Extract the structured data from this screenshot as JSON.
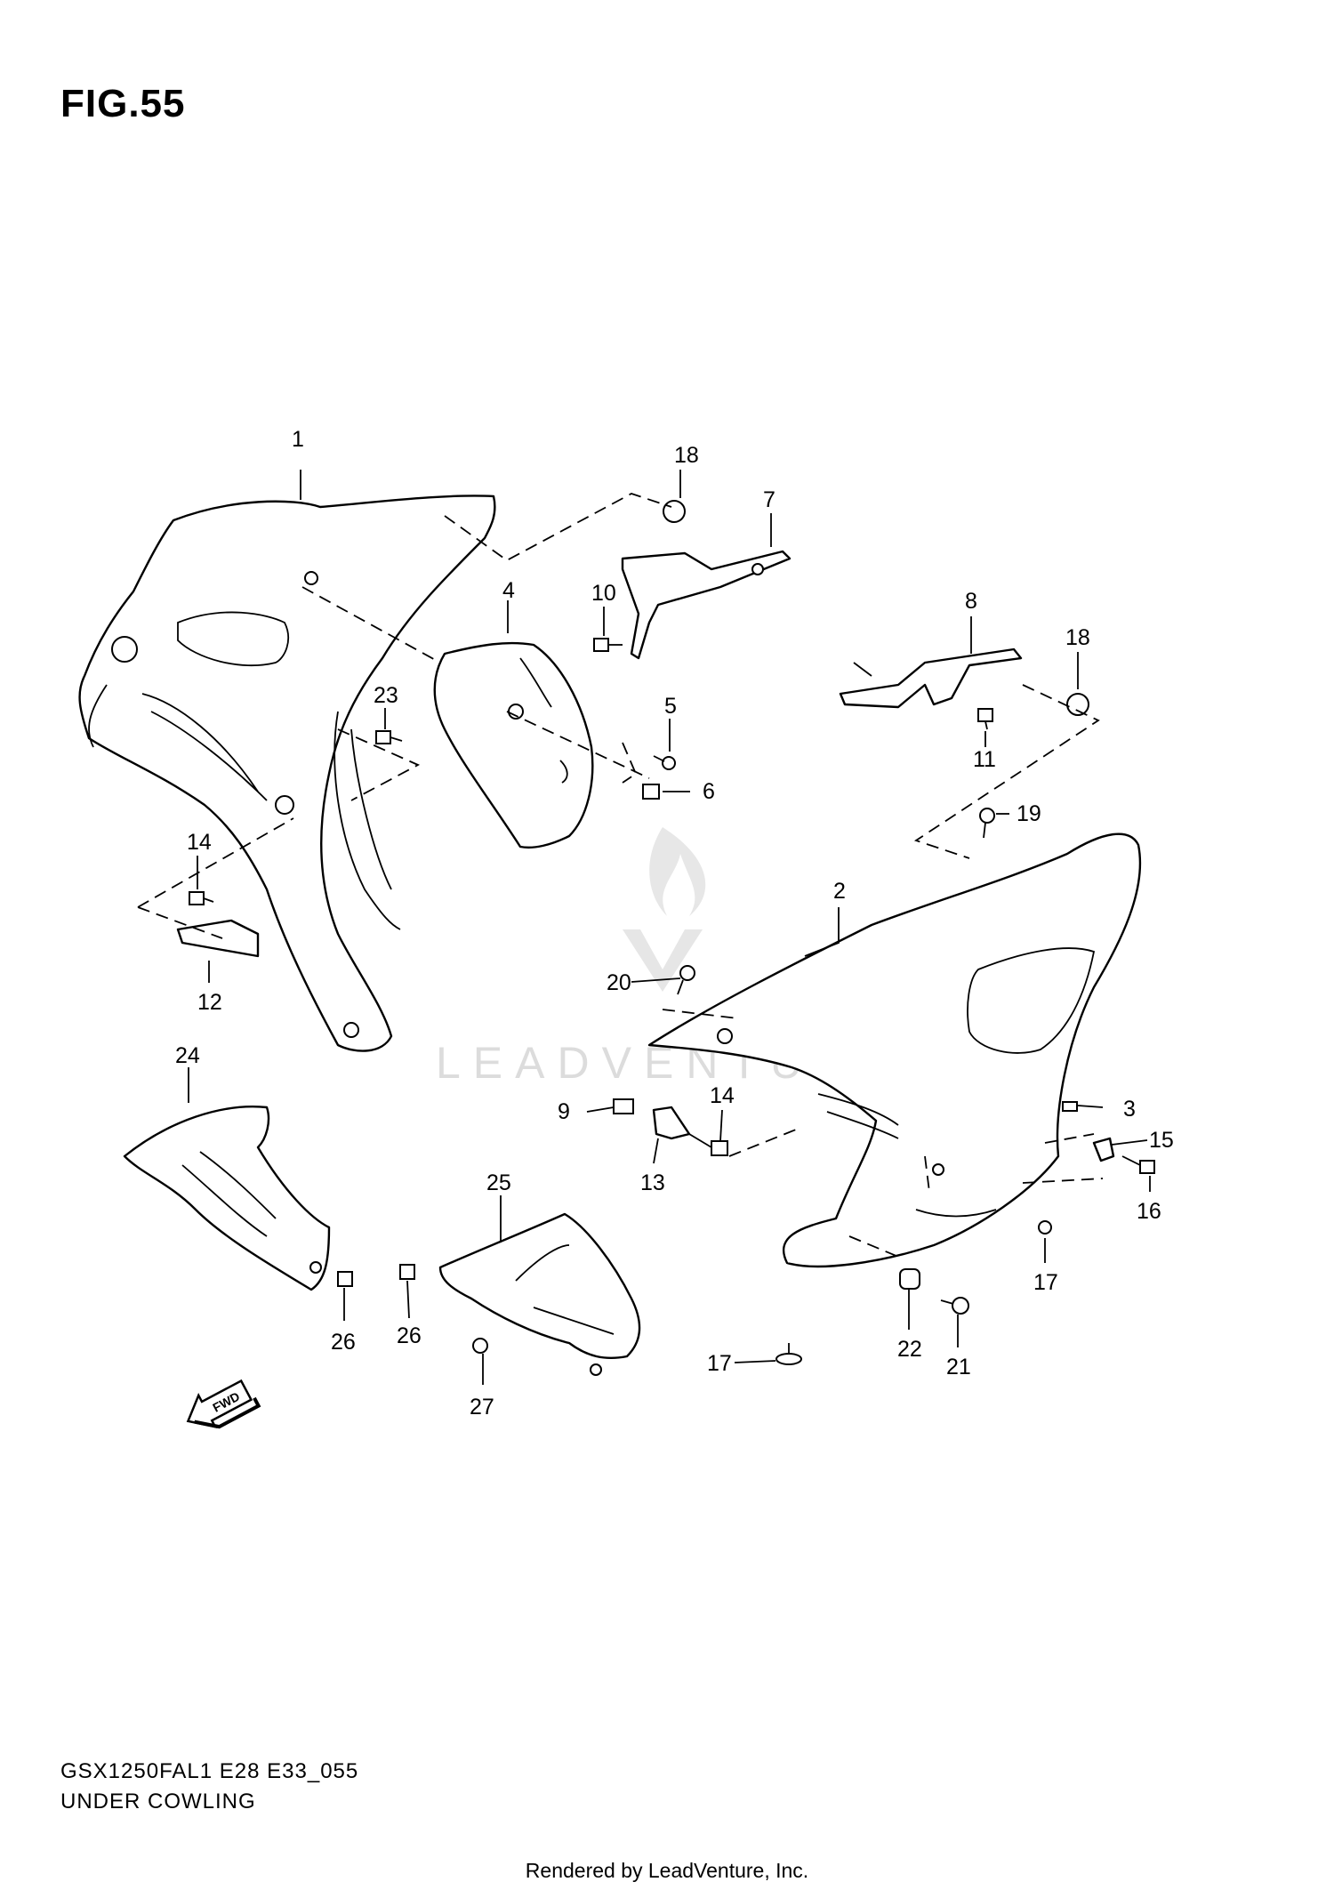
{
  "figure_title": "FIG.55",
  "model_code": "GSX1250FAL1 E28 E33_055",
  "section_name": "UNDER COWLING",
  "rendered_by": "Rendered by LeadVenture, Inc.",
  "watermark": "LEADVENTURE",
  "icons": {
    "fwd": "fwd-arrow-icon"
  },
  "fwd_label": "FWD",
  "callouts": [
    "1",
    "2",
    "3",
    "4",
    "5",
    "6",
    "7",
    "8",
    "9",
    "10",
    "11",
    "12",
    "13",
    "14",
    "14",
    "15",
    "16",
    "17",
    "17",
    "18",
    "18",
    "19",
    "20",
    "21",
    "22",
    "23",
    "24",
    "25",
    "26",
    "26",
    "27"
  ]
}
